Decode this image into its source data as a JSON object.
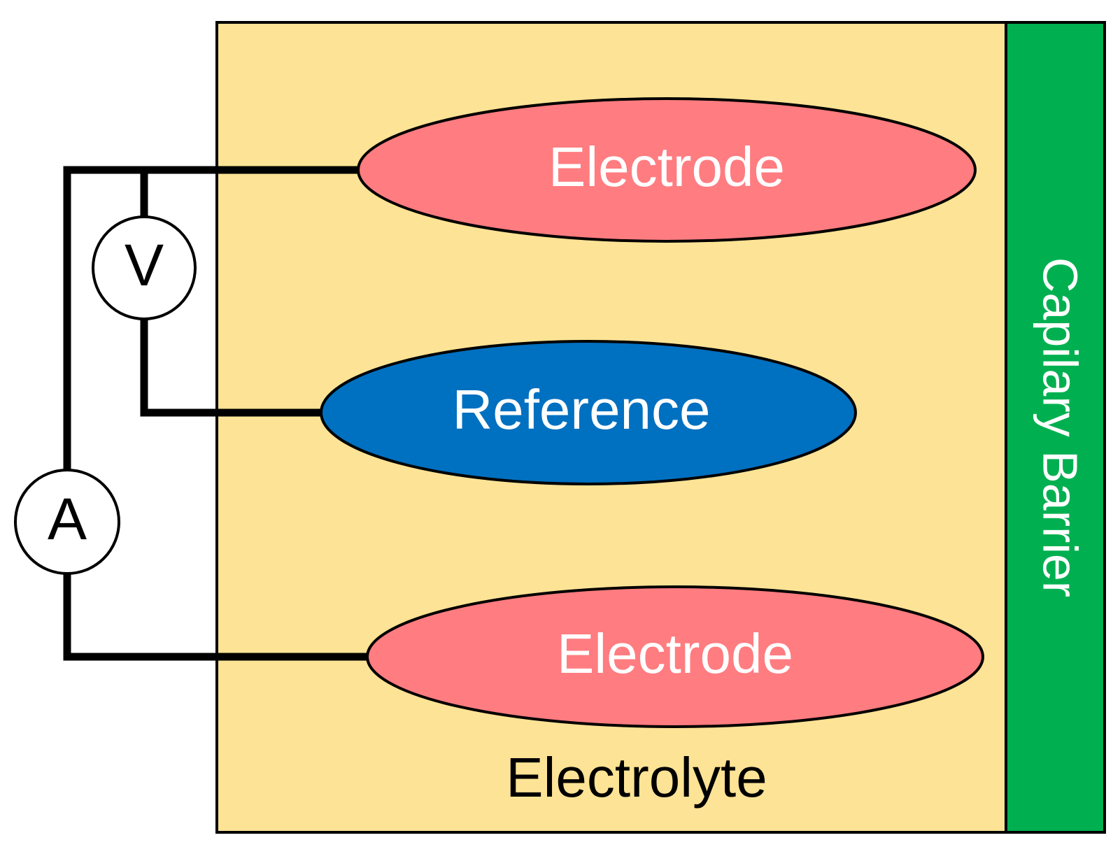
{
  "colors": {
    "electrolyte": "#fde395",
    "barrier": "#00b050",
    "electrode": "#ff7c80",
    "reference": "#0070c0",
    "wire": "#000000",
    "meter_fill": "#ffffff"
  },
  "diagram": {
    "electrolyte_label": "Electrolyte",
    "barrier_label": "Capilary Barrier",
    "electrode_top_label": "Electrode",
    "reference_label": "Reference",
    "electrode_bottom_label": "Electrode",
    "voltmeter_label": "V",
    "ammeter_label": "A"
  }
}
